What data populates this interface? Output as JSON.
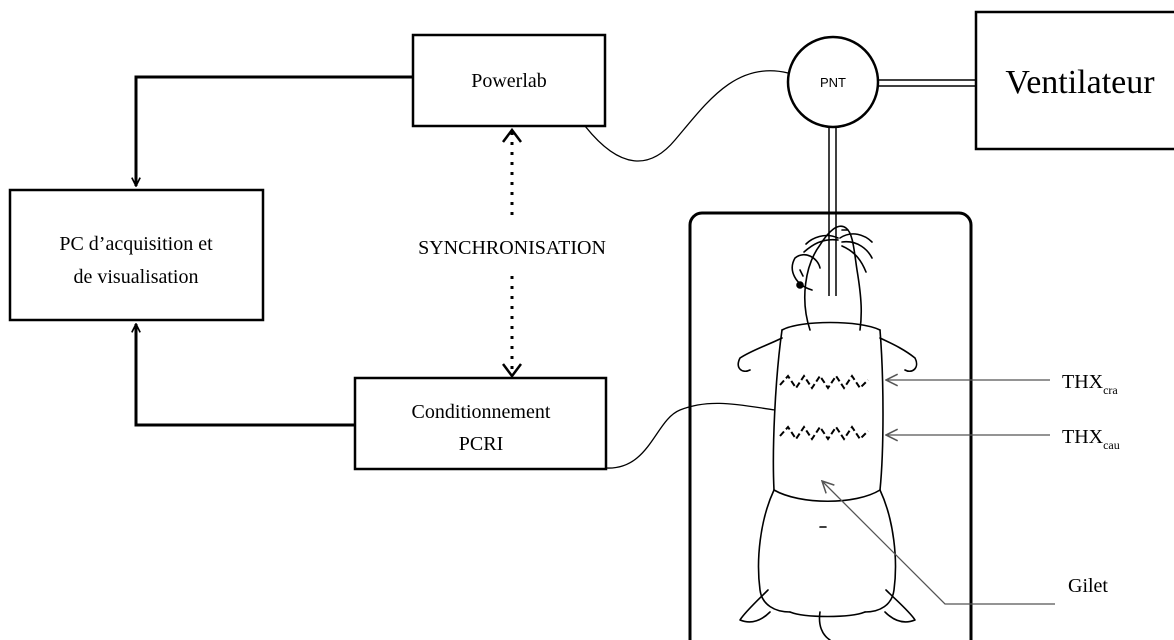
{
  "nodes": {
    "pc": {
      "line1": "PC d’acquisition  et",
      "line2": "de visualisation"
    },
    "powerlab": {
      "label": "Powerlab"
    },
    "conditioning": {
      "line1": "Conditionnement",
      "line2": "PCRI"
    },
    "pnt": {
      "label": "PNT"
    },
    "ventilator": {
      "label": "Ventilateur"
    }
  },
  "sync_label": "SYNCHRONISATION",
  "callouts": {
    "thx_cra": {
      "main": "THX",
      "sub": "cra"
    },
    "thx_cau": {
      "main": "THX",
      "sub": "cau"
    },
    "gilet": "Gilet"
  }
}
